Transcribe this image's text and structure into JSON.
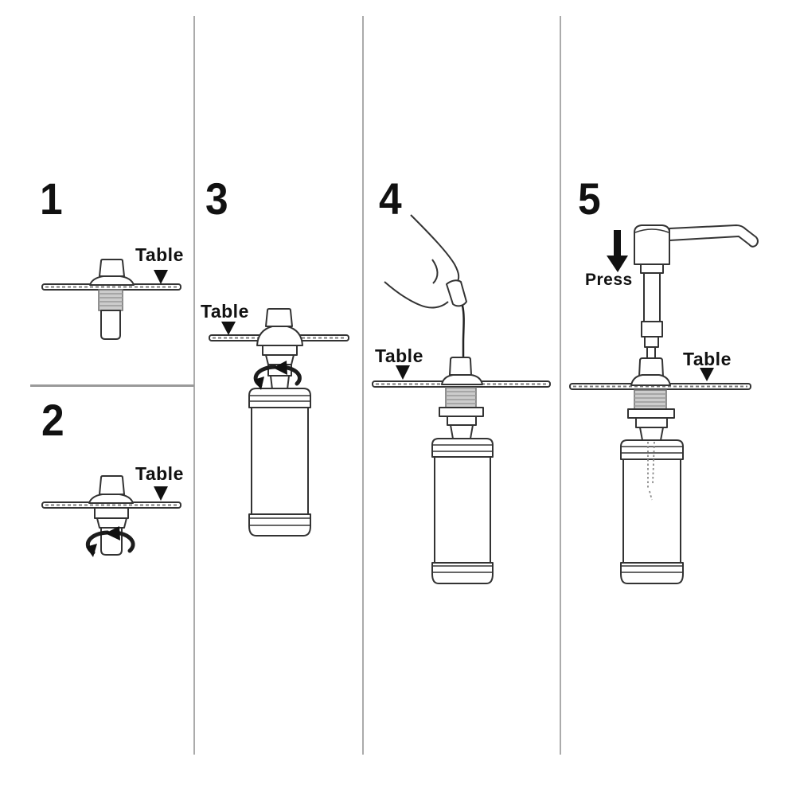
{
  "labels": {
    "table": "Table",
    "press": "Press"
  },
  "steps": [
    {
      "number": "1",
      "table_label": "Table"
    },
    {
      "number": "2",
      "table_label": "Table"
    },
    {
      "number": "3",
      "table_label": "Table"
    },
    {
      "number": "4",
      "table_label": "Table"
    },
    {
      "number": "5",
      "table_label": "Table",
      "press_label": "Press"
    }
  ],
  "colors": {
    "line": "#333333",
    "text": "#111111",
    "divider": "#ababab",
    "thread_fill": "#cccccc",
    "table_fill": "#a9a9a9"
  }
}
